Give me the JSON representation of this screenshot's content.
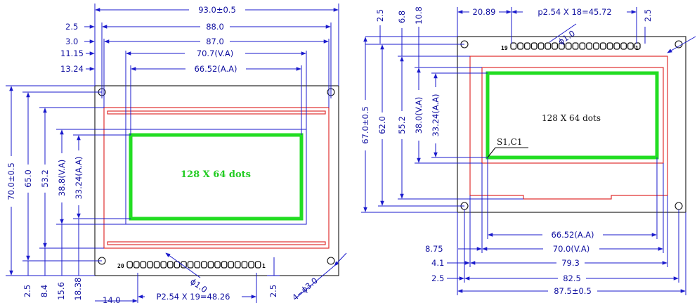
{
  "left": {
    "dims": {
      "top_93": "93.0±0.5",
      "left_2_5": "2.5",
      "w_88": "88.0",
      "left_3_0": "3.0",
      "w_87": "87.0",
      "left_11_15": "11.15",
      "w_70_7": "70.7(V.A)",
      "left_13_24": "13.24",
      "w_66_52": "66.52(A.A)",
      "v_70": "70.0±0.5",
      "v_65": "65.0",
      "v_53_2": "53.2",
      "v_38_8": "38.8(V.A)",
      "v_33_24": "33.24(A.A)",
      "b_2_5": "2.5",
      "b_8_4": "8.4",
      "b_15_6": "15.6",
      "b_18_38": "18.38",
      "b_14_0": "14.0",
      "pitch": "P2.54  X 19=48.26",
      "r_2_5": "2.5",
      "hole1": "ϕ1.0",
      "hole3": "4−ϕ3.0"
    },
    "pin_first": "20",
    "pin_last": "1",
    "screen_label": "128  X  64  dots"
  },
  "right": {
    "dims": {
      "t_20_89": "20.89",
      "t_pitch": "p2.54  X  18=45.72",
      "t_2_5": "2.5",
      "v_2_5": "2.5",
      "v_6_8": "6.8",
      "v_10_8": "10.8",
      "hole1": "ϕ1.0",
      "v_67": "67.0±0.5",
      "v_62": "62.0",
      "v_55_2": "55.2",
      "v_38": "38.0(V.A)",
      "v_33_24": "33.24(A.A)",
      "w_66_52": "66.52(A.A)",
      "l_8_75": "8.75",
      "w_70": "70.0(V.A)",
      "l_4_1": "4.1",
      "w_79_3": "79.3",
      "l_2_5": "2.5",
      "w_82_5": "82.5",
      "w_87_5": "87.5±0.5"
    },
    "pin_first": "19",
    "pin_last": "1",
    "s1c1": "S1,C1",
    "screen_label": "128  X  64  dots"
  }
}
